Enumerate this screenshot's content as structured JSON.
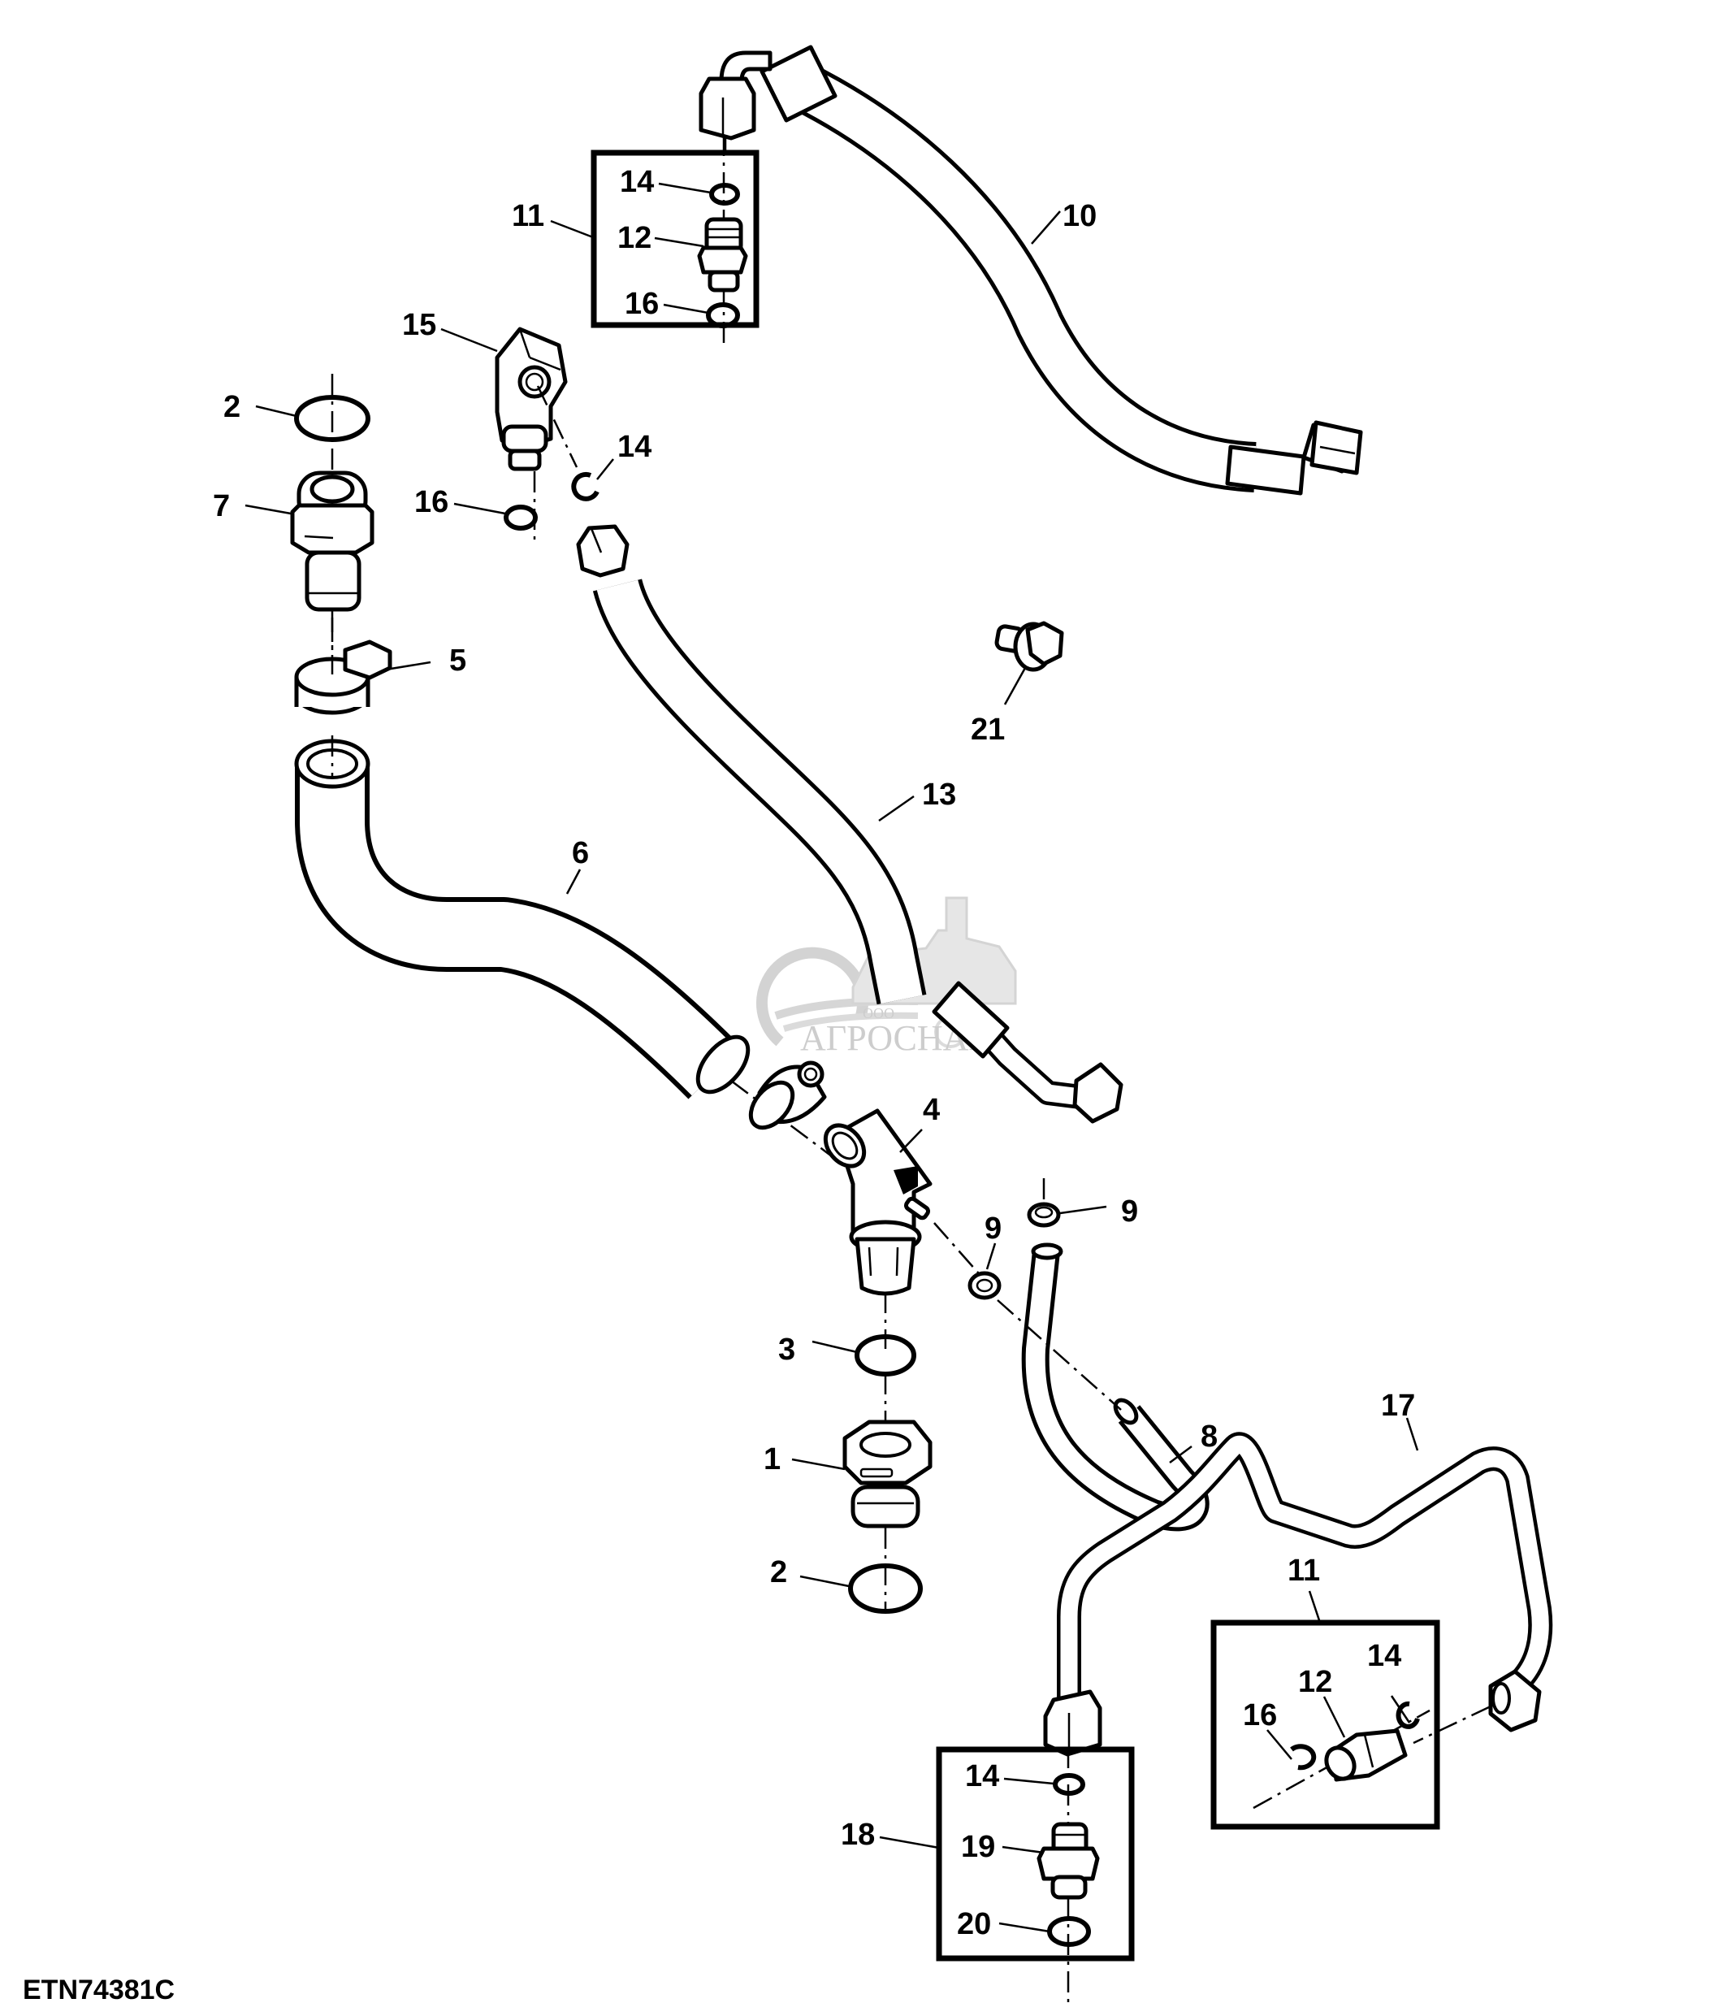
{
  "diagram": {
    "type": "exploded parts diagram",
    "figure_code": "ETN74381C",
    "watermark": {
      "prefix": "ООО",
      "brand": "АГРОСНАБ"
    },
    "callouts": [
      {
        "id": "c1",
        "label": "1",
        "part": "fitting"
      },
      {
        "id": "c2a",
        "label": "2",
        "part": "o-ring (upper)"
      },
      {
        "id": "c2b",
        "label": "2",
        "part": "o-ring (lower)"
      },
      {
        "id": "c3",
        "label": "3",
        "part": "o-ring"
      },
      {
        "id": "c4",
        "label": "4",
        "part": "elbow fitting"
      },
      {
        "id": "c5",
        "label": "5",
        "part": "hose clamp"
      },
      {
        "id": "c6",
        "label": "6",
        "part": "hose"
      },
      {
        "id": "c7",
        "label": "7",
        "part": "hose fitting"
      },
      {
        "id": "c8",
        "label": "8",
        "part": "small hose"
      },
      {
        "id": "c9a",
        "label": "9",
        "part": "clamp (left)"
      },
      {
        "id": "c9b",
        "label": "9",
        "part": "clamp (right)"
      },
      {
        "id": "c10",
        "label": "10",
        "part": "hydraulic hose"
      },
      {
        "id": "c11a",
        "label": "11",
        "part": "fitting kit (upper)"
      },
      {
        "id": "c12a",
        "label": "12",
        "part": "adapter fitting (upper kit)"
      },
      {
        "id": "c13",
        "label": "13",
        "part": "hydraulic hose"
      },
      {
        "id": "c14a",
        "label": "14",
        "part": "o-ring (upper kit)"
      },
      {
        "id": "c14b",
        "label": "14",
        "part": "o-ring (mid)"
      },
      {
        "id": "c15",
        "label": "15",
        "part": "elbow fitting"
      },
      {
        "id": "c16a",
        "label": "16",
        "part": "o-ring (upper kit)"
      },
      {
        "id": "c16b",
        "label": "16",
        "part": "o-ring (mid)"
      },
      {
        "id": "c17",
        "label": "17",
        "part": "steel line"
      },
      {
        "id": "c11b",
        "label": "11",
        "part": "fitting kit (lower)"
      },
      {
        "id": "c12b",
        "label": "12",
        "part": "adapter fitting (lower kit)"
      },
      {
        "id": "c14c",
        "label": "14",
        "part": "o-ring (lower kit)"
      },
      {
        "id": "c16c",
        "label": "16",
        "part": "o-ring (lower kit)"
      },
      {
        "id": "c18",
        "label": "18",
        "part": "fitting kit"
      },
      {
        "id": "c14d",
        "label": "14",
        "part": "o-ring (kit 18)"
      },
      {
        "id": "c19",
        "label": "19",
        "part": "adapter fitting"
      },
      {
        "id": "c20",
        "label": "20",
        "part": "o-ring"
      },
      {
        "id": "c21",
        "label": "21",
        "part": "cap screw"
      }
    ],
    "labels": {
      "l1": "1",
      "l2a": "2",
      "l2b": "2",
      "l3": "3",
      "l4": "4",
      "l5": "5",
      "l6": "6",
      "l7": "7",
      "l8": "8",
      "l9a": "9",
      "l9b": "9",
      "l10": "10",
      "l11a": "11",
      "l11b": "11",
      "l12a": "12",
      "l12b": "12",
      "l13": "13",
      "l14a": "14",
      "l14b": "14",
      "l14c": "14",
      "l14d": "14",
      "l15": "15",
      "l16a": "16",
      "l16b": "16",
      "l16c": "16",
      "l17": "17",
      "l18": "18",
      "l19": "19",
      "l20": "20",
      "l21": "21"
    }
  }
}
